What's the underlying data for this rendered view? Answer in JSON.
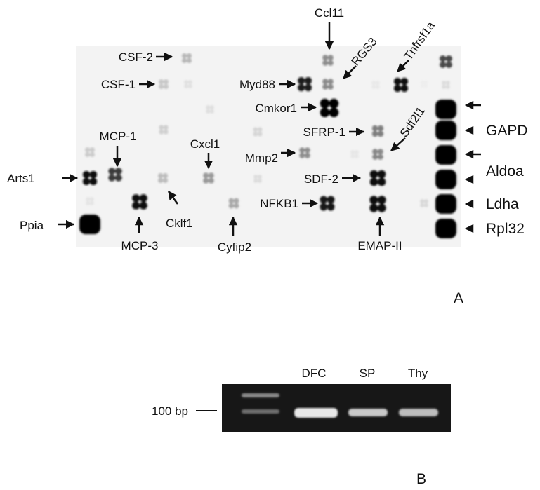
{
  "panel_a": {
    "letter": "A",
    "labels": {
      "ccl11": "Ccl11",
      "rgs3": "RGS3",
      "tnfrsf1a": "Tnfrsf1a",
      "csf2": "CSF-2",
      "csf1": "CSF-1",
      "myd88": "Myd88",
      "cmkor1": "Cmkor1",
      "sdf2l1": "Sdf2l1",
      "gapd": "GAPD",
      "mcp1": "MCP-1",
      "cxcl1": "Cxcl1",
      "sfrp1": "SFRP-1",
      "mmp2": "Mmp2",
      "arts1": "Arts1",
      "aldoa": "Aldoa",
      "sdf2": "SDF-2",
      "nfkb1": "NFKB1",
      "cklf1": "Cklf1",
      "ldha": "Ldha",
      "ppia": "Ppia",
      "mcp3": "MCP-3",
      "cyfip2": "Cyfip2",
      "emap2": "EMAP-II",
      "rpl32": "Rpl32"
    }
  },
  "panel_b": {
    "letter": "B",
    "marker_label": "100 bp",
    "lanes": [
      "DFC",
      "SP",
      "Thy"
    ]
  }
}
